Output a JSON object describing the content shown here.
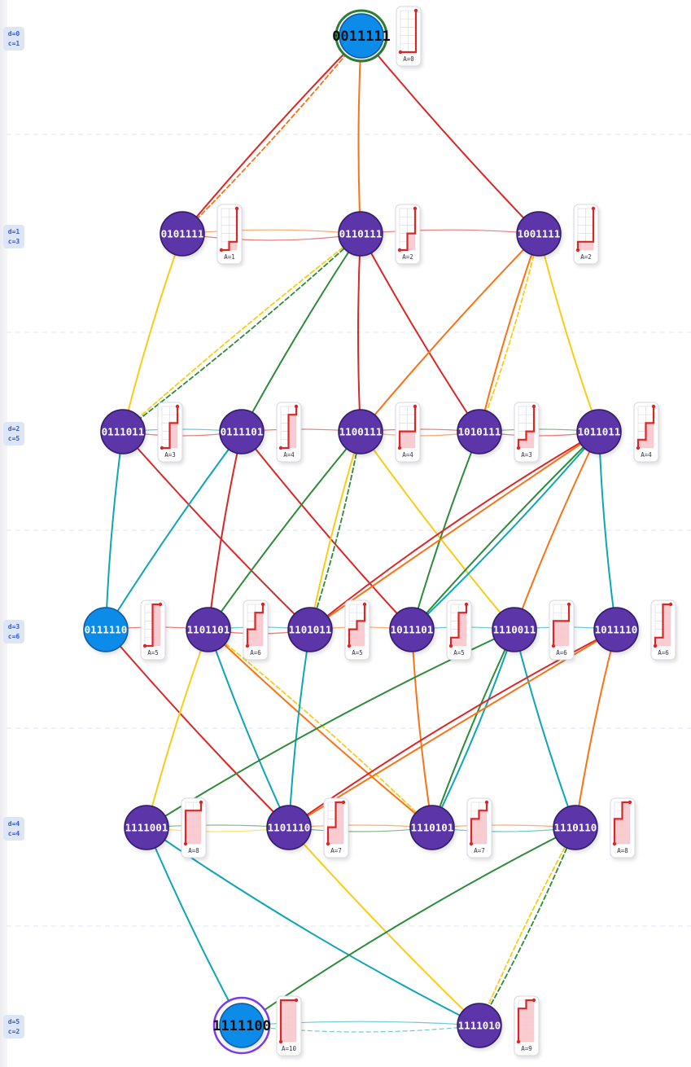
{
  "levels": [
    {
      "d": "d=0",
      "c": "c=1"
    },
    {
      "d": "d=1",
      "c": "c=3"
    },
    {
      "d": "d=2",
      "c": "c=5"
    },
    {
      "d": "d=3",
      "c": "c=6"
    },
    {
      "d": "d=4",
      "c": "c=4"
    },
    {
      "d": "d=5",
      "c": "c=2"
    }
  ],
  "colors": {
    "node_default": "#5b34a8",
    "node_highlight": "#0d8be8",
    "start_ring": "#2e7d32",
    "end_ring": "#7c3aed",
    "path_red": "#dc2626",
    "area_fill": "#f8c6cc"
  },
  "nodes": [
    {
      "id": "0011111",
      "level": 0,
      "area": "A=0",
      "kind": "start"
    },
    {
      "id": "0101111",
      "level": 1,
      "area": "A=1",
      "kind": "normal"
    },
    {
      "id": "0110111",
      "level": 1,
      "area": "A=2",
      "kind": "normal"
    },
    {
      "id": "1001111",
      "level": 1,
      "area": "A=2",
      "kind": "normal"
    },
    {
      "id": "0111011",
      "level": 2,
      "area": "A=3",
      "kind": "normal"
    },
    {
      "id": "0111101",
      "level": 2,
      "area": "A=4",
      "kind": "normal"
    },
    {
      "id": "1100111",
      "level": 2,
      "area": "A=4",
      "kind": "normal"
    },
    {
      "id": "1010111",
      "level": 2,
      "area": "A=3",
      "kind": "normal"
    },
    {
      "id": "1011011",
      "level": 2,
      "area": "A=4",
      "kind": "normal"
    },
    {
      "id": "0111110",
      "level": 3,
      "area": "A=5",
      "kind": "highlight"
    },
    {
      "id": "1101101",
      "level": 3,
      "area": "A=6",
      "kind": "normal"
    },
    {
      "id": "1101011",
      "level": 3,
      "area": "A=5",
      "kind": "normal"
    },
    {
      "id": "1011101",
      "level": 3,
      "area": "A=5",
      "kind": "normal"
    },
    {
      "id": "1110011",
      "level": 3,
      "area": "A=6",
      "kind": "normal"
    },
    {
      "id": "1011110",
      "level": 3,
      "area": "A=6",
      "kind": "normal"
    },
    {
      "id": "1111001",
      "level": 4,
      "area": "A=8",
      "kind": "normal"
    },
    {
      "id": "1101110",
      "level": 4,
      "area": "A=7",
      "kind": "normal"
    },
    {
      "id": "1110101",
      "level": 4,
      "area": "A=7",
      "kind": "normal"
    },
    {
      "id": "1110110",
      "level": 4,
      "area": "A=8",
      "kind": "normal"
    },
    {
      "id": "1111100",
      "level": 5,
      "area": "A=10",
      "kind": "end"
    },
    {
      "id": "1111010",
      "level": 5,
      "area": "A=9",
      "kind": "normal"
    }
  ],
  "edges": [
    {
      "from": "0011111",
      "to": "0101111",
      "color": "red"
    },
    {
      "from": "0011111",
      "to": "0101111",
      "color": "orange",
      "style": "dashed"
    },
    {
      "from": "0011111",
      "to": "0110111",
      "color": "orange"
    },
    {
      "from": "0011111",
      "to": "1001111",
      "color": "red"
    },
    {
      "from": "0101111",
      "to": "0110111",
      "color": "orange",
      "style": "faint"
    },
    {
      "from": "0101111",
      "to": "0110111",
      "color": "red",
      "style": "faint"
    },
    {
      "from": "0110111",
      "to": "1001111",
      "color": "red",
      "style": "faint"
    },
    {
      "from": "0101111",
      "to": "0111011",
      "color": "yellow"
    },
    {
      "from": "0110111",
      "to": "0111011",
      "color": "yellow",
      "style": "dashed"
    },
    {
      "from": "0110111",
      "to": "0111011",
      "color": "green",
      "style": "dashed"
    },
    {
      "from": "0110111",
      "to": "0111101",
      "color": "green"
    },
    {
      "from": "0110111",
      "to": "1100111",
      "color": "red"
    },
    {
      "from": "0110111",
      "to": "1010111",
      "color": "red"
    },
    {
      "from": "1001111",
      "to": "1100111",
      "color": "orange"
    },
    {
      "from": "1001111",
      "to": "1010111",
      "color": "orange"
    },
    {
      "from": "1001111",
      "to": "1010111",
      "color": "yellow",
      "style": "dashed"
    },
    {
      "from": "1001111",
      "to": "1011011",
      "color": "yellow"
    },
    {
      "from": "0111011",
      "to": "0111101",
      "color": "teal",
      "style": "faint"
    },
    {
      "from": "0111011",
      "to": "0111101",
      "color": "red",
      "style": "faint"
    },
    {
      "from": "0111101",
      "to": "1100111",
      "color": "red",
      "style": "faint"
    },
    {
      "from": "1100111",
      "to": "1010111",
      "color": "red",
      "style": "faint"
    },
    {
      "from": "1100111",
      "to": "1010111",
      "color": "orange",
      "style": "faint"
    },
    {
      "from": "1010111",
      "to": "1011011",
      "color": "green",
      "style": "faint"
    },
    {
      "from": "1010111",
      "to": "1011011",
      "color": "red",
      "style": "faint"
    },
    {
      "from": "0111011",
      "to": "0111110",
      "color": "teal"
    },
    {
      "from": "0111011",
      "to": "1101011",
      "color": "red"
    },
    {
      "from": "0111101",
      "to": "0111110",
      "color": "teal"
    },
    {
      "from": "0111101",
      "to": "1101101",
      "color": "red"
    },
    {
      "from": "0111101",
      "to": "1011101",
      "color": "red"
    },
    {
      "from": "1100111",
      "to": "1101101",
      "color": "green"
    },
    {
      "from": "1100111",
      "to": "1101011",
      "color": "yellow"
    },
    {
      "from": "1100111",
      "to": "1101011",
      "color": "green",
      "style": "dashed"
    },
    {
      "from": "1100111",
      "to": "1110011",
      "color": "yellow"
    },
    {
      "from": "1010111",
      "to": "1011101",
      "color": "green"
    },
    {
      "from": "1011011",
      "to": "1101011",
      "color": "red"
    },
    {
      "from": "1011011",
      "to": "1101011",
      "color": "orange"
    },
    {
      "from": "1011011",
      "to": "1011101",
      "color": "green"
    },
    {
      "from": "1011011",
      "to": "1011101",
      "color": "teal"
    },
    {
      "from": "1011011",
      "to": "1110011",
      "color": "orange"
    },
    {
      "from": "1011011",
      "to": "1011110",
      "color": "teal"
    },
    {
      "from": "0111110",
      "to": "1101101",
      "color": "red",
      "style": "faint"
    },
    {
      "from": "1101101",
      "to": "1101011",
      "color": "teal",
      "style": "faint"
    },
    {
      "from": "1101101",
      "to": "1101011",
      "color": "red",
      "style": "faint"
    },
    {
      "from": "1101011",
      "to": "1011101",
      "color": "orange",
      "style": "faint"
    },
    {
      "from": "1011101",
      "to": "1110011",
      "color": "teal",
      "style": "faint"
    },
    {
      "from": "1110011",
      "to": "1011110",
      "color": "teal",
      "style": "faint"
    },
    {
      "from": "0111110",
      "to": "1101110",
      "color": "red"
    },
    {
      "from": "1101101",
      "to": "1111001",
      "color": "yellow"
    },
    {
      "from": "1101101",
      "to": "1101110",
      "color": "teal"
    },
    {
      "from": "1101101",
      "to": "1110101",
      "color": "orange"
    },
    {
      "from": "1101101",
      "to": "1110101",
      "color": "yellow",
      "style": "dashed"
    },
    {
      "from": "1101011",
      "to": "1101110",
      "color": "teal"
    },
    {
      "from": "1011101",
      "to": "1110101",
      "color": "orange"
    },
    {
      "from": "1110011",
      "to": "1111001",
      "color": "green"
    },
    {
      "from": "1110011",
      "to": "1110101",
      "color": "green"
    },
    {
      "from": "1110011",
      "to": "1110101",
      "color": "teal"
    },
    {
      "from": "1110011",
      "to": "1110110",
      "color": "teal"
    },
    {
      "from": "1011110",
      "to": "1101110",
      "color": "red"
    },
    {
      "from": "1011110",
      "to": "1101110",
      "color": "orange"
    },
    {
      "from": "1011110",
      "to": "1110110",
      "color": "orange"
    },
    {
      "from": "1111001",
      "to": "1101110",
      "color": "green",
      "style": "faint"
    },
    {
      "from": "1111001",
      "to": "1101110",
      "color": "yellow",
      "style": "faint"
    },
    {
      "from": "1101110",
      "to": "1110101",
      "color": "orange",
      "style": "faint"
    },
    {
      "from": "1101110",
      "to": "1110101",
      "color": "green",
      "style": "faint"
    },
    {
      "from": "1110101",
      "to": "1110110",
      "color": "orange",
      "style": "faint"
    },
    {
      "from": "1110101",
      "to": "1110110",
      "color": "teal",
      "style": "faint"
    },
    {
      "from": "1111001",
      "to": "1111100",
      "color": "teal"
    },
    {
      "from": "1111001",
      "to": "1111010",
      "color": "teal"
    },
    {
      "from": "1101110",
      "to": "1111010",
      "color": "yellow"
    },
    {
      "from": "1110110",
      "to": "1111100",
      "color": "green"
    },
    {
      "from": "1110110",
      "to": "1111010",
      "color": "yellow",
      "style": "dashed"
    },
    {
      "from": "1110110",
      "to": "1111010",
      "color": "green",
      "style": "dashed"
    },
    {
      "from": "1111100",
      "to": "1111010",
      "color": "teal",
      "style": "faint"
    },
    {
      "from": "1111100",
      "to": "1111010",
      "color": "teal",
      "style": "faintdash"
    }
  ]
}
